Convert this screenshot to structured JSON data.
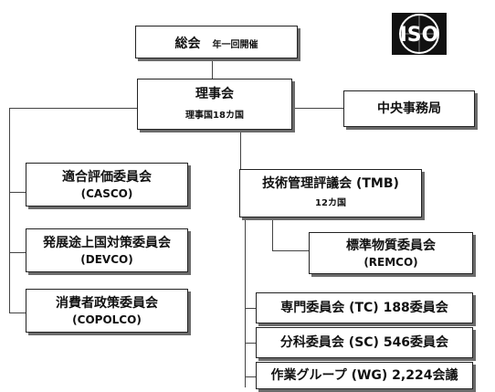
{
  "org": {
    "general_assembly": {
      "title": "総会",
      "note": "年一回開催"
    },
    "council": {
      "title": "理事会",
      "members": "理事国18カ国"
    },
    "central_secretariat": {
      "title": "中央事務局"
    },
    "casco": {
      "title": "適合評価委員会",
      "abbr": "(CASCO)"
    },
    "devco": {
      "title": "発展途上国対策委員会",
      "abbr": "(DEVCO)"
    },
    "copolco": {
      "title": "消費者政策委員会",
      "abbr": "(COPOLCO)"
    },
    "tmb": {
      "title": "技術管理評議会 (TMB)",
      "members": "12カ国"
    },
    "remco": {
      "title": "標準物質委員会",
      "abbr": "(REMCO)"
    },
    "tc": {
      "title": "専門委員会 (TC) 188委員会"
    },
    "sc": {
      "title": "分科委員会 (SC) 546委員会"
    },
    "wg": {
      "title": "作業グループ (WG) 2,224会議"
    }
  },
  "logo": {
    "text": "ISO",
    "icon": "iso-logo-icon"
  },
  "colors": {
    "ink": "#111111",
    "shadow": "#6b6b6b",
    "lines": "#444444"
  }
}
